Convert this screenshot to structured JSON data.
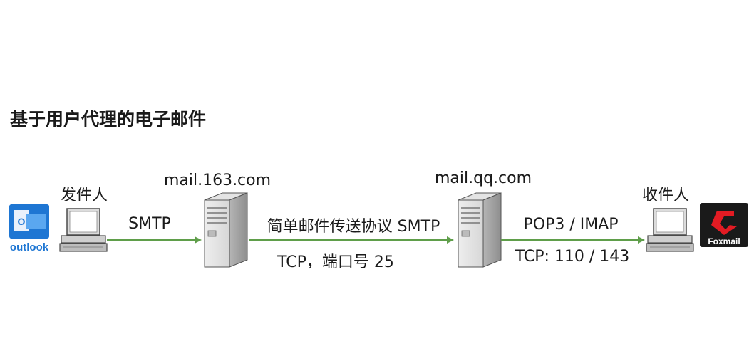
{
  "title": "基于用户代理的电子邮件",
  "sender": {
    "label": "发件人",
    "client_logo": "outlook",
    "icon": "laptop-icon"
  },
  "receiver": {
    "label": "收件人",
    "client_logo": "Foxmail",
    "icon": "laptop-icon"
  },
  "sender_server": {
    "label": "mail.163.com",
    "icon": "server-icon"
  },
  "receiver_server": {
    "label": "mail.qq.com",
    "icon": "server-icon"
  },
  "links": {
    "client_to_server": {
      "protocol": "SMTP"
    },
    "server_to_server": {
      "protocol": "简单邮件传送协议 SMTP",
      "transport": "TCP，端口号 25"
    },
    "server_to_client": {
      "protocol": "POP3 / IMAP",
      "transport": "TCP: 110 / 143"
    }
  },
  "colors": {
    "arrow": "#5f9e4a",
    "outlook": "#1e76d3",
    "foxmail_bg": "#1a1a1a",
    "foxmail_logo": "#e31b23"
  }
}
